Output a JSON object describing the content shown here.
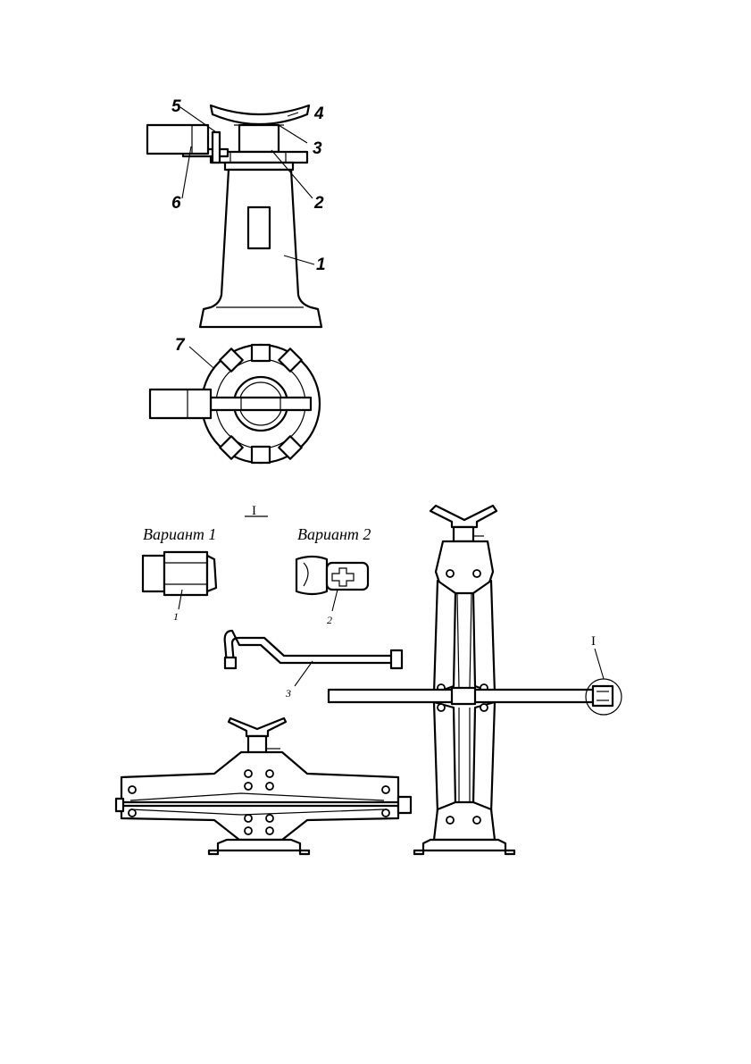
{
  "labels": {
    "top_numbers": [
      "1",
      "2",
      "3",
      "4",
      "5",
      "6",
      "7"
    ],
    "detail_mark": "I",
    "detail_mark_callout": "I",
    "variant_1": "Вариант 1",
    "variant_2": "Вариант 2",
    "small_numbers": [
      "1",
      "2",
      "3"
    ]
  },
  "colors": {
    "line": "#000000",
    "background": "#ffffff"
  }
}
